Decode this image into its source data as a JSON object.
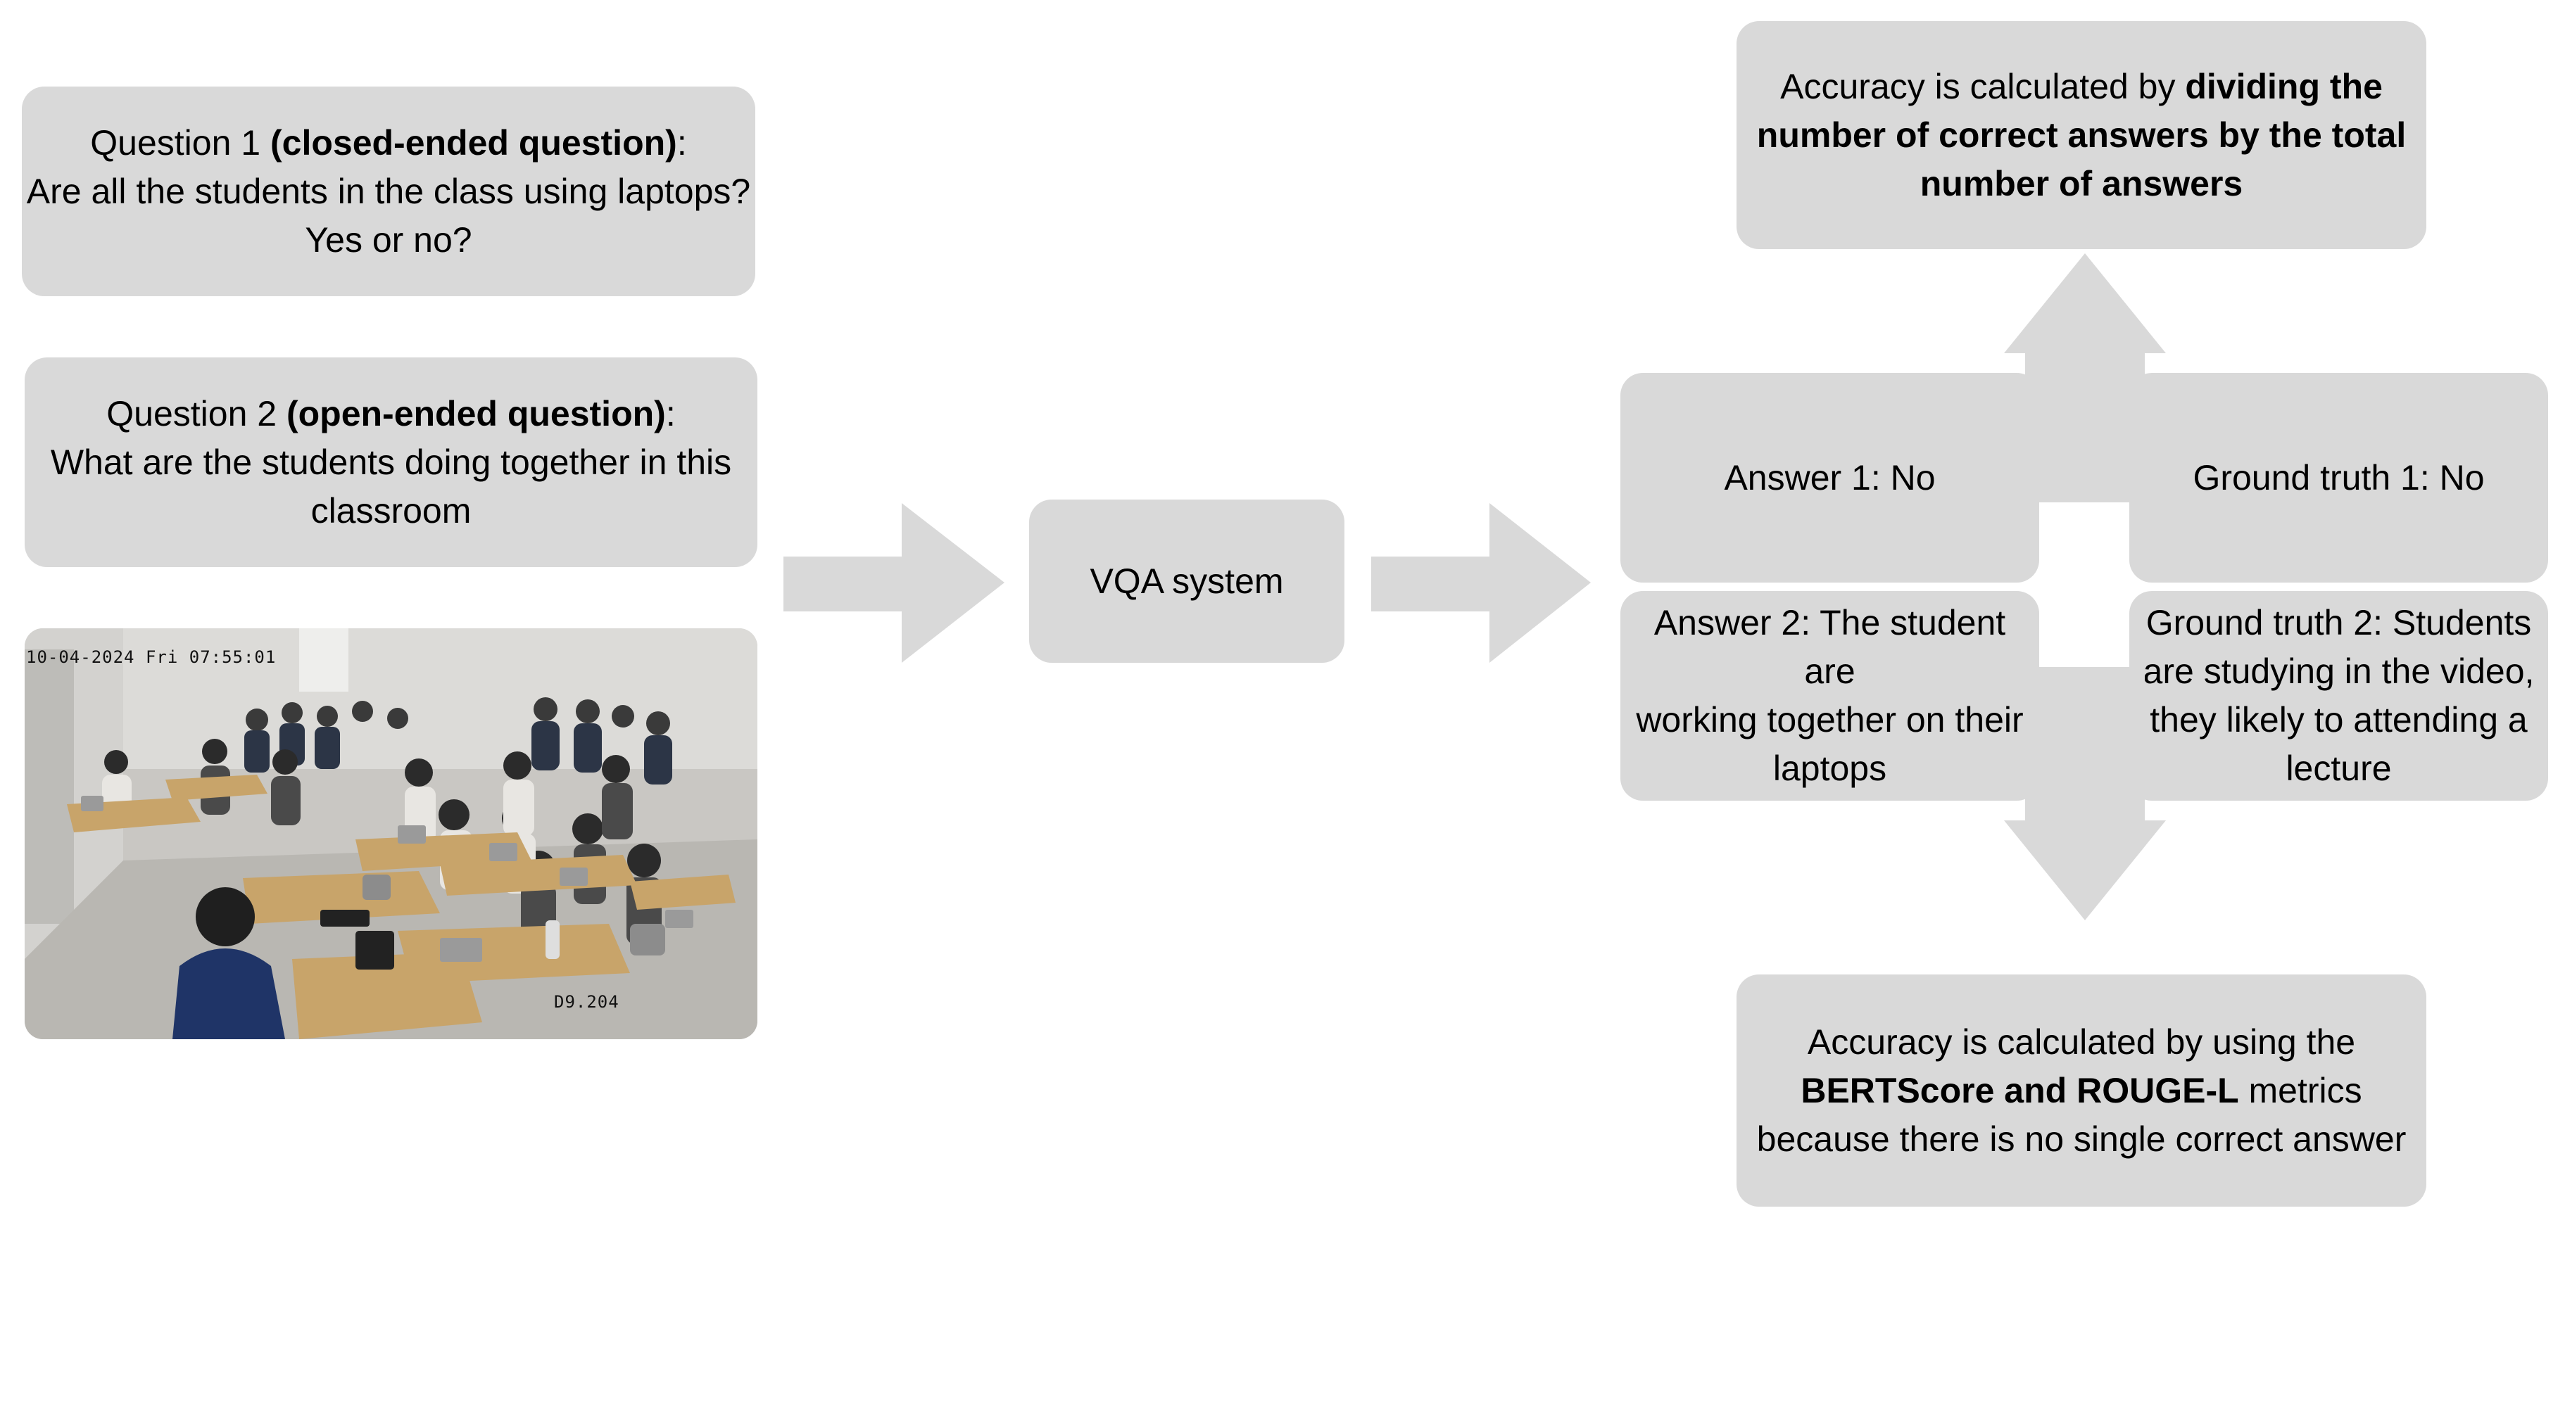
{
  "question1": {
    "prefix": "Question 1 ",
    "bold": "(closed-ended question)",
    "suffix": ":",
    "line2": "Are all the students in the class using laptops?",
    "line3": "Yes or no?"
  },
  "question2": {
    "prefix": "Question 2 ",
    "bold": "(open-ended question)",
    "suffix": ":",
    "line2": "What are the students doing together in this",
    "line3": "classroom"
  },
  "photo": {
    "timestamp": "10-04-2024 Fri 07:55:01",
    "room_label": "D9.204"
  },
  "vqa": {
    "label": "VQA system"
  },
  "answer1": {
    "label": "Answer 1: No"
  },
  "answer2": {
    "line1": "Answer 2: The student are",
    "line2": "working together on their",
    "line3": "laptops"
  },
  "ground_truth1": {
    "label": "Ground truth 1: No"
  },
  "ground_truth2": {
    "line1": "Ground truth 2: Students",
    "line2": "are studying in the video,",
    "line3": "they likely to attending a",
    "line4": "lecture"
  },
  "accuracy_closed": {
    "prefix": "Accuracy is calculated by ",
    "bold1": "dividing the",
    "bold2": "number of correct answers by the total",
    "bold3": "number of answers"
  },
  "accuracy_open": {
    "line1": "Accuracy is calculated by using the",
    "bold": "BERTScore and ROUGE-L",
    "line2_suffix": " metrics",
    "line3": "because there is no single correct answer"
  },
  "colors": {
    "box_fill": "#d9d9d9",
    "text": "#000000",
    "background": "#ffffff"
  }
}
